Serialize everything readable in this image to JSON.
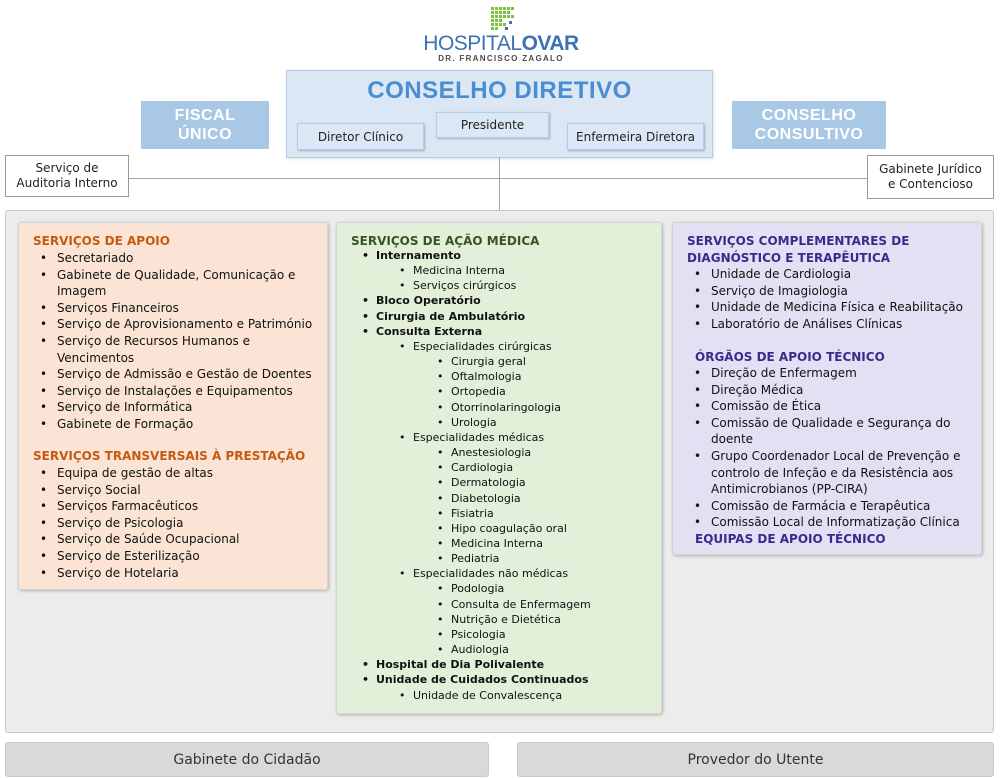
{
  "logo": {
    "word_part1": "HOSPITAL",
    "word_part2": "OVAR",
    "subtitle": "DR. FRANCISCO ZAGALO",
    "colors": {
      "blue": "#3b73b4",
      "green": "#7cbf3c"
    }
  },
  "conselho_diretivo": {
    "title": "CONSELHO DIRETIVO",
    "members": {
      "left": "Diretor Clínico",
      "center": "Presidente",
      "right": "Enfermeira Diretora"
    }
  },
  "fiscal": {
    "line1": "FISCAL",
    "line2": "ÚNICO"
  },
  "consultivo": {
    "line1": "CONSELHO",
    "line2": "CONSULTIVO"
  },
  "auditoria": {
    "line1": "Serviço de",
    "line2": "Auditoria Interno"
  },
  "juridico": {
    "line1": "Gabinete Jurídico",
    "line2": "e Contencioso"
  },
  "apoio": {
    "title": "SERVIÇOS DE APOIO",
    "items": [
      "Secretariado",
      "Gabinete de Qualidade, Comunicação e Imagem",
      "Serviços Financeiros",
      "Serviço de Aprovisionamento e Património",
      "Serviço de Recursos Humanos e Vencimentos",
      "Serviço de Admissão e Gestão de Doentes",
      "Serviço de Instalações e Equipamentos",
      "Serviço de Informática",
      "Gabinete de Formação"
    ],
    "transversais_title": "SERVIÇOS TRANSVERSAIS À PRESTAÇÃO",
    "transversais_items": [
      "Equipa de gestão de altas",
      "Serviço Social",
      "Serviços Farmacêuticos",
      "Serviço de Psicologia",
      "Serviço de Saúde Ocupacional",
      "Serviço de Esterilização",
      "Serviço de Hotelaria"
    ]
  },
  "acao_medica": {
    "title": "SERVIÇOS DE AÇÃO MÉDICA",
    "items": [
      {
        "level": 0,
        "text": "Internamento"
      },
      {
        "level": 1,
        "text": "Medicina Interna"
      },
      {
        "level": 1,
        "text": "Serviços cirúrgicos"
      },
      {
        "level": 0,
        "text": "Bloco Operatório"
      },
      {
        "level": 0,
        "text": "Cirurgia de Ambulatório"
      },
      {
        "level": 0,
        "text": "Consulta Externa"
      },
      {
        "level": 1,
        "text": "Especialidades cirúrgicas"
      },
      {
        "level": 2,
        "text": "Cirurgia geral"
      },
      {
        "level": 2,
        "text": "Oftalmologia"
      },
      {
        "level": 2,
        "text": "Ortopedia"
      },
      {
        "level": 2,
        "text": "Otorrinolaringologia"
      },
      {
        "level": 2,
        "text": "Urologia"
      },
      {
        "level": 1,
        "text": "Especialidades médicas"
      },
      {
        "level": 2,
        "text": "Anestesiologia"
      },
      {
        "level": 2,
        "text": "Cardiologia"
      },
      {
        "level": 2,
        "text": "Dermatologia"
      },
      {
        "level": 2,
        "text": "Diabetologia"
      },
      {
        "level": 2,
        "text": "Fisiatria"
      },
      {
        "level": 2,
        "text": "Hipo coagulação oral"
      },
      {
        "level": 2,
        "text": "Medicina Interna"
      },
      {
        "level": 2,
        "text": "Pediatria"
      },
      {
        "level": 1,
        "text": "Especialidades não médicas"
      },
      {
        "level": 2,
        "text": "Podologia"
      },
      {
        "level": 2,
        "text": "Consulta de Enfermagem"
      },
      {
        "level": 2,
        "text": "Nutrição e Dietética"
      },
      {
        "level": 2,
        "text": "Psicologia"
      },
      {
        "level": 2,
        "text": "Audiologia"
      },
      {
        "level": 0,
        "text": "Hospital de Dia Polivalente"
      },
      {
        "level": 0,
        "text": "Unidade de Cuidados Continuados"
      },
      {
        "level": 1,
        "text": "Unidade de Convalescença"
      }
    ]
  },
  "complementares": {
    "title": "SERVIÇOS COMPLEMENTARES DE DIAGNÓSTICO E TERAPÊUTICA",
    "items": [
      "Unidade de Cardiologia",
      "Serviço de Imagiologia",
      "Unidade de Medicina Física e Reabilitação",
      "Laboratório de Análises Clínicas"
    ],
    "orgaos_title": "ÓRGÃOS DE APOIO TÉCNICO",
    "orgaos_items": [
      "Direção de Enfermagem",
      "Direção Médica",
      "Comissão de Ética",
      "Comissão de Qualidade e Segurança do doente",
      "Grupo Coordenador Local de Prevenção e controlo de Infeção e da Resistência aos Antimicrobianos (PP-CIRA)",
      "Comissão de Farmácia e Terapêutica",
      "Comissão Local de Informatização Clínica"
    ],
    "equipas_title": "EQUIPAS DE APOIO TÉCNICO"
  },
  "bottom": {
    "left": "Gabinete do Cidadão",
    "right": "Provedor do Utente"
  },
  "colors": {
    "apoio_bg": "#fbe4d5",
    "acao_bg": "#e2efd9",
    "comp_bg": "#e5dff4",
    "orange_text": "#c55a11",
    "green_text": "#375623",
    "purple_text": "#3b2a8c",
    "blue_title": "#4a8dd0"
  }
}
